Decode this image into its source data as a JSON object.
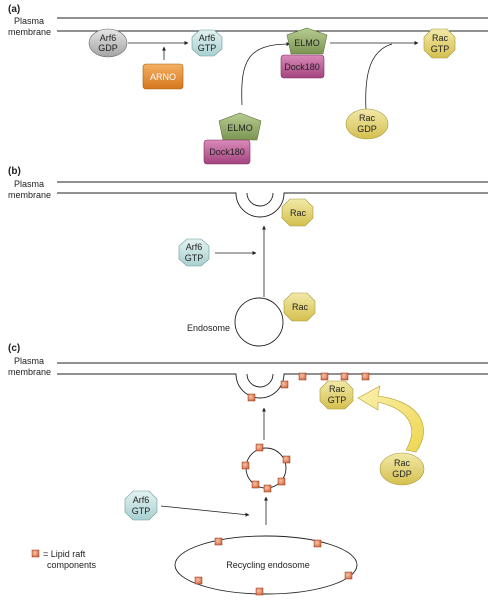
{
  "panel_a": {
    "label": "(a)",
    "membrane_label_line1": "Plasma",
    "membrane_label_line2": "membrane",
    "arf6_gdp": [
      "Arf6",
      "GDP"
    ],
    "arf6_gtp": [
      "Arf6",
      "GTP"
    ],
    "arno": "ARNO",
    "elmo_top": "ELMO",
    "dock180_top": "Dock180",
    "elmo_bottom": "ELMO",
    "dock180_bottom": "Dock180",
    "rac_gtp": [
      "Rac",
      "GTP"
    ],
    "rac_gdp": [
      "Rac",
      "GDP"
    ]
  },
  "panel_b": {
    "label": "(b)",
    "membrane_label_line1": "Plasma",
    "membrane_label_line2": "membrane",
    "rac_top": "Rac",
    "arf6_gtp": [
      "Arf6",
      "GTP"
    ],
    "rac_endosome": "Rac",
    "endosome": "Endosome"
  },
  "panel_c": {
    "label": "(c)",
    "membrane_label_line1": "Plasma",
    "membrane_label_line2": "membrane",
    "rac_gtp": [
      "Rac",
      "GTP"
    ],
    "rac_gdp": [
      "Rac",
      "GDP"
    ],
    "arf6_gtp": [
      "Arf6",
      "GTP"
    ],
    "recycling_endosome": "Recycling endosome",
    "legend_line1": "= Lipid raft",
    "legend_line2": "components"
  },
  "colors": {
    "arf6_gdp_fill": "#b9b9b9",
    "arf6_gtp_fill": "#bcdcdc",
    "arno_fill": "#e38a2a",
    "elmo_fill": "#8fa869",
    "dock180_fill": "#b5508e",
    "rac_fill": "#e2d36a",
    "raft_fill": "#e07a55",
    "arrow_fill": "#f2df6a"
  }
}
